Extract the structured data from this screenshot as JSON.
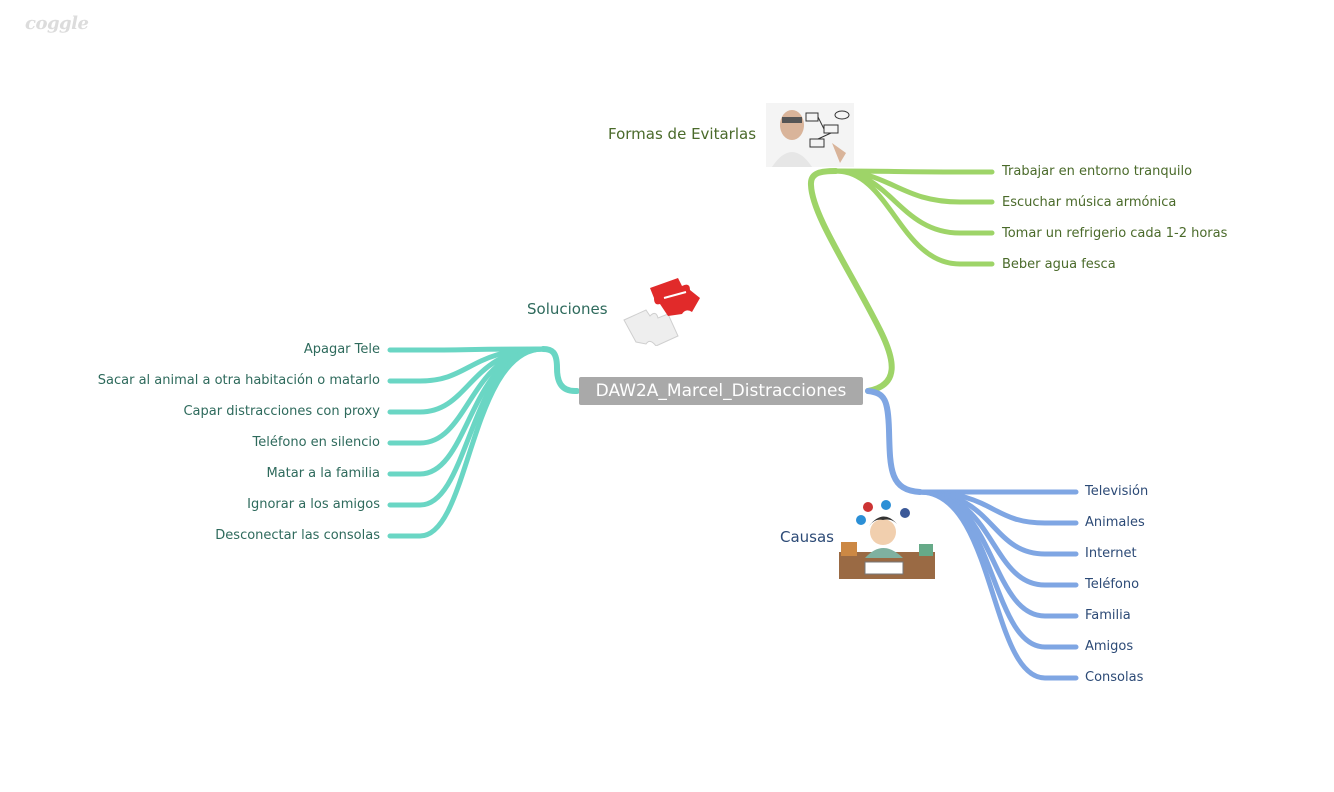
{
  "app": {
    "logo": "coggle"
  },
  "root": {
    "label": "DAW2A_Marcel_Distracciones"
  },
  "colors": {
    "formas_line": "#9ed468",
    "formas_text": "#4a6a2a",
    "soluciones_line": "#6ad6c4",
    "soluciones_text": "#2e6a5c",
    "causas_line": "#7fa6e3",
    "causas_text": "#2c4a76",
    "root_bg": "#a9a9a9"
  },
  "branches": {
    "formas": {
      "label": "Formas de Evitarlas",
      "image_icon": "woman-drawing-flowchart-image",
      "items": [
        "Trabajar en entorno tranquilo",
        "Escuchar música armónica",
        "Tomar un refrigerio cada 1-2 horas",
        "Beber agua fesca"
      ]
    },
    "soluciones": {
      "label": "Soluciones",
      "image_icon": "red-puzzle-solution-image",
      "items": [
        "Apagar Tele",
        "Sacar al animal a otra habitación o matarlo",
        "Capar distracciones con proxy",
        "Teléfono en silencio",
        "Matar a la familia",
        "Ignorar a los amigos",
        "Desconectar las consolas"
      ]
    },
    "causas": {
      "label": "Causas",
      "image_icon": "distracted-student-image",
      "items": [
        "Televisión",
        "Animales",
        "Internet",
        "Teléfono",
        "Familia",
        "Amigos",
        "Consolas"
      ]
    }
  }
}
